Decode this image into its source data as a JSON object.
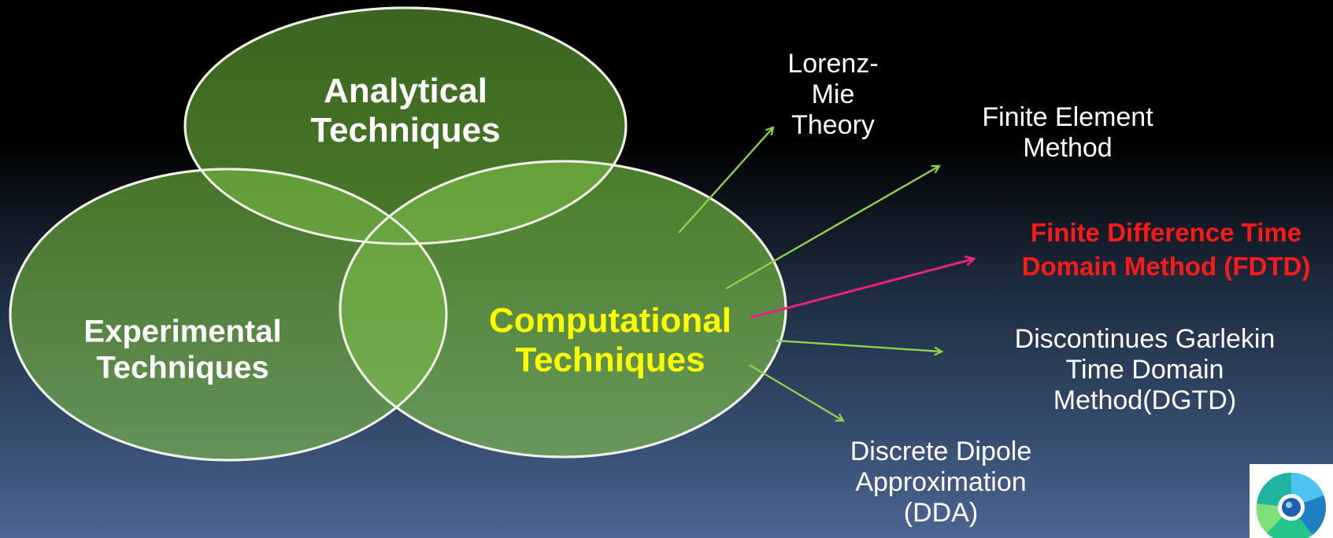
{
  "colors": {
    "circle_fill": "#4a7a2e",
    "circle_stroke": "#f2f2e8",
    "overlap_fill": "#7cc04a",
    "arrow_green": "#8fd14f",
    "arrow_highlight": "#e8227a",
    "label_white": "#ffffff",
    "label_yellow": "#ffff00",
    "label_red": "#ff1a1a"
  },
  "circles": {
    "analytical": {
      "line1": "Analytical",
      "line2": "Techniques"
    },
    "experimental": {
      "line1": "Experimental",
      "line2": "Techniques"
    },
    "computational": {
      "line1": "Computational",
      "line2": "Techniques"
    }
  },
  "methods": {
    "lorenz_mie": {
      "line1": "Lorenz-",
      "line2": "Mie",
      "line3": "Theory"
    },
    "fem": {
      "line1": "Finite Element",
      "line2": "Method"
    },
    "fdtd": {
      "line1": "Finite Difference Time",
      "line2": "Domain Method (FDTD)"
    },
    "dgtd": {
      "line1": "Discontinues Garlekin",
      "line2": "Time Domain",
      "line3": "Method(DGTD)"
    },
    "dda": {
      "line1": "Discrete Dipole",
      "line2": "Approximation",
      "line3": "(DDA)"
    }
  },
  "logo_icon": "aperture-logo-icon"
}
